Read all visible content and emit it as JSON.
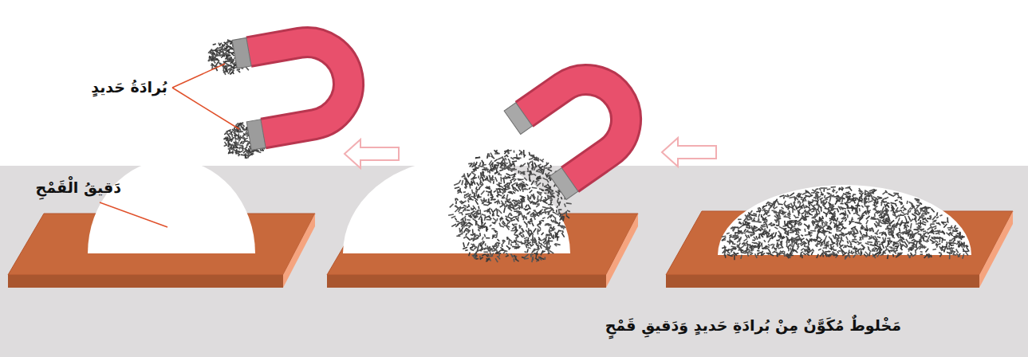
{
  "diagram": {
    "labels": [
      "بُرادَةُ حَديدٍ",
      "دَقيقُ الْقَمْحِ",
      "مَخْلوطٌ مُكَوَّنٌ مِنْ بُرادَةِ حَديدٍ وَدَقيقِ قَمْحٍ"
    ]
  }
}
